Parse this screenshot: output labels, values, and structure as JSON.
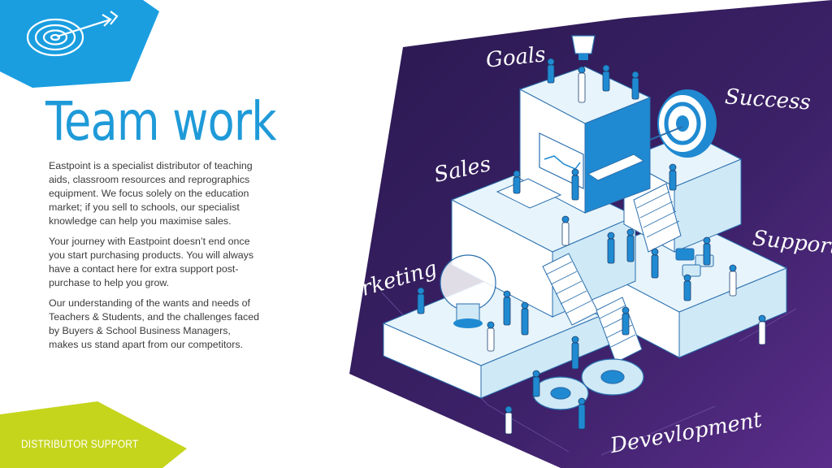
{
  "slide": {
    "title": "Team work",
    "paragraphs": [
      "Eastpoint is a specialist distributor of teaching aids, classroom resources and reprographics equipment. We focus solely on the education market; if you sell to schools, our specialist knowledge can help you maximise sales.",
      "Your journey with Eastpoint doesn’t end once you start purchasing products. You will always have a contact here for extra support post-purchase to help you grow.",
      "Our understanding of the wants and needs of Teachers & Students, and the challenges faced by Buyers & School Business Managers, makes us stand apart from our competitors."
    ],
    "footer_badge": "DISTRIBUTOR SUPPORT"
  },
  "illustration": {
    "labels": {
      "goals": "Goals",
      "success": "Success",
      "sales": "Sales",
      "support": "Support",
      "marketing": "Marketing",
      "development": "Devevlopment"
    }
  },
  "icons": {
    "badge": "target-arrow-icon"
  },
  "colors": {
    "title_blue": "#1f9ad8",
    "badge_blue": "#1a9ee0",
    "badge_lime": "#c5d51c",
    "purple_dark": "#2c1a54",
    "purple_light": "#5a2d8a",
    "block_face": "#ffffff",
    "block_side": "#cfe9f6",
    "block_top": "#e7f4fb",
    "accent_blue": "#1f8ad1"
  }
}
